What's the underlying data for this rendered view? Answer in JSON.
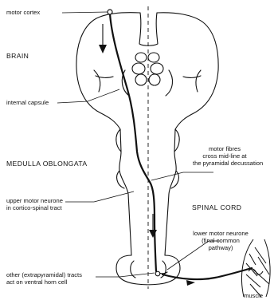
{
  "labels": {
    "motor_cortex": "motor cortex",
    "brain": "BRAIN",
    "internal_capsule": "internal capsule",
    "medulla": "MEDULLA OBLONGATA",
    "motor_fibres_1": "motor fibres",
    "motor_fibres_2": "cross mid-line at",
    "motor_fibres_3": "the pyramidal decussation",
    "upper_neurone_1": "upper motor neurone",
    "upper_neurone_2": "in cortico-spinal tract",
    "spinal_cord": "SPINAL CORD",
    "lower_neurone_1": "lower motor neurone",
    "lower_neurone_2": "(final common",
    "lower_neurone_3": "pathway)",
    "other_tracts_1": "other (extrapyramidal) tracts",
    "other_tracts_2": "act on ventral horn cell",
    "muscle": "muscle"
  }
}
